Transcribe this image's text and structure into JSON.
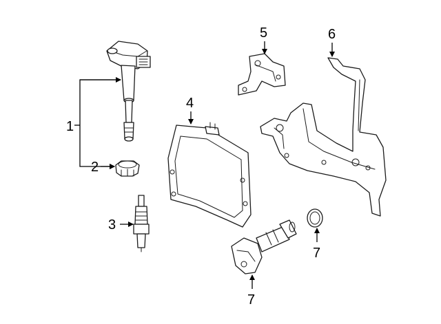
{
  "diagram": {
    "callouts": {
      "c1": "1",
      "c2": "2",
      "c3": "3",
      "c4": "4",
      "c5": "5",
      "c6": "6",
      "c7a": "7",
      "c7b": "7"
    }
  }
}
